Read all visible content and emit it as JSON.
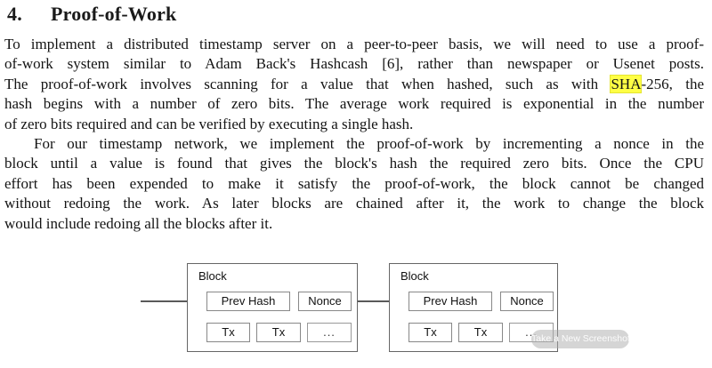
{
  "heading": {
    "number": "4.",
    "title": "Proof-of-Work"
  },
  "paragraph1": {
    "line1": "To implement a distributed timestamp server on a peer-to-peer basis, we will need to use a proof-",
    "line2": "of-work system similar to Adam Back's Hashcash [6], rather than newspaper or Usenet posts.",
    "line3_before": "The proof-of-work involves scanning for a value that when hashed, such as with ",
    "line3_highlight": "SHA",
    "line3_after": "-256, the",
    "line4": "hash begins with a number of zero bits.  The average work required is exponential in the number",
    "line5": "of zero bits required and can be verified by executing a single hash."
  },
  "paragraph2": {
    "line1": "For our timestamp network, we implement the proof-of-work by incrementing a nonce in the",
    "line2": "block until a value is found that gives the block's hash the required zero bits.  Once the CPU",
    "line3": "effort has been expended to make it satisfy the proof-of-work, the block cannot be changed",
    "line4": "without redoing the work.  As later blocks are chained after it, the work to change the block",
    "line5": "would include redoing all the blocks after it."
  },
  "diagram": {
    "blocks": [
      {
        "label": "Block",
        "prev_hash": "Prev Hash",
        "nonce": "Nonce",
        "tx1": "Tx",
        "tx2": "Tx",
        "more": "..."
      },
      {
        "label": "Block",
        "prev_hash": "Prev Hash",
        "nonce": "Nonce",
        "tx1": "Tx",
        "tx2": "Tx",
        "more": "..."
      }
    ]
  },
  "overlay": {
    "screenshot_button_label": "Take a New Screenshot"
  },
  "colors": {
    "highlight": "#ffff45",
    "block_border": "#666666",
    "inner_box_border": "#888888",
    "arrow_line": "#5a5a5a",
    "arrow_head": "#000000",
    "pill_background": "rgba(172,172,172,0.5)"
  }
}
